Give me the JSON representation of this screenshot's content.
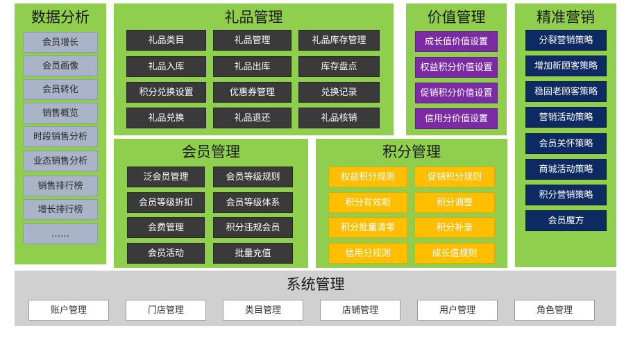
{
  "data_analysis": {
    "title": "数据分析",
    "items": [
      "会员增长",
      "会员画像",
      "会员转化",
      "销售概览",
      "时段销售分析",
      "业态销售分析",
      "销售排行榜",
      "增长排行榜",
      "……"
    ]
  },
  "gift_management": {
    "title": "礼品管理",
    "items": [
      "礼品类目",
      "礼品管理",
      "礼品库存管理",
      "礼品入库",
      "礼品出库",
      "库存盘点",
      "积分兑换设置",
      "优惠券管理",
      "兑换记录",
      "礼品兑换",
      "礼品退还",
      "礼品核销"
    ]
  },
  "value_management": {
    "title": "价值管理",
    "items": [
      "成长值价值设置",
      "权益积分价值设置",
      "促销积分价值设置",
      "信用分价值设置"
    ]
  },
  "precision_marketing": {
    "title": "精准营销",
    "items": [
      "分裂营销策略",
      "增加新顾客策略",
      "稳固老顾客策略",
      "营销活动策略",
      "会员关怀策略",
      "商城活动策略",
      "积分营销策略",
      "会员魔方"
    ]
  },
  "member_management": {
    "title": "会员管理",
    "items": [
      "泛会员管理",
      "会员等级规则",
      "会员等级折扣",
      "会员等级体系",
      "会费管理",
      "积分违规会员",
      "会员活动",
      "批量充值"
    ]
  },
  "points_management": {
    "title": "积分管理",
    "items": [
      "权益积分规则",
      "促销积分规则",
      "积分有效期",
      "积分调整",
      "积分批量清零",
      "积分补录",
      "信用分规则",
      "成长值规则"
    ]
  },
  "system_management": {
    "title": "系统管理",
    "items": [
      "账户管理",
      "门店管理",
      "类目管理",
      "店铺管理",
      "用户管理",
      "角色管理"
    ]
  },
  "colors": {
    "panel_green": "#8fcf4d",
    "gray_cell": "#a9b4c8",
    "dark_cell": "#3a3a3a",
    "purple_cell": "#7b2ba3",
    "yellow_cell": "#ffbf00",
    "navy_cell": "#0d2a63",
    "system_bg": "#d0d0d0"
  }
}
